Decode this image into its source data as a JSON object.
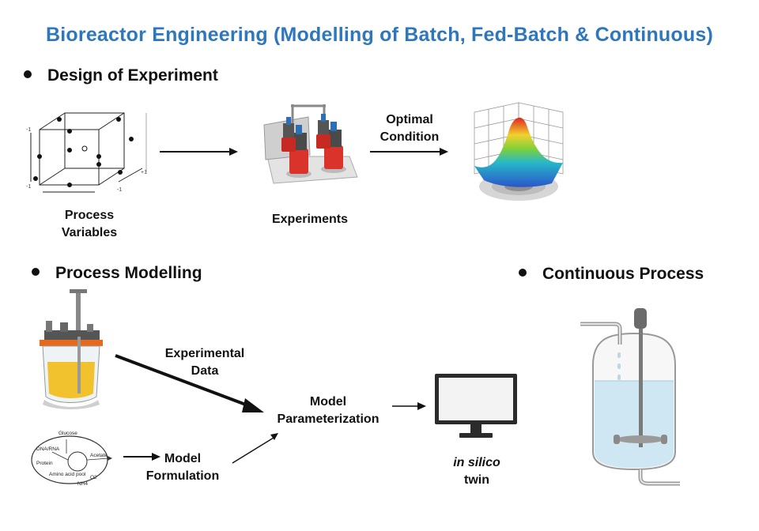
{
  "title": "Bioreactor Engineering (Modelling of Batch, Fed-Batch & Continuous)",
  "sections": {
    "doe": "Design of Experiment",
    "modelling": "Process Modelling",
    "continuous": "Continuous Process"
  },
  "labels": {
    "process_variables": [
      "Process",
      "Variables"
    ],
    "experiments": "Experiments",
    "optimal_condition": [
      "Optimal",
      "Condition"
    ],
    "experimental_data": [
      "Experimental",
      "Data"
    ],
    "model_parameterization": [
      "Model",
      "Parameterization"
    ],
    "model_formulation": [
      "Model",
      "Formulation"
    ],
    "in_silico_twin": [
      "in silico",
      "twin"
    ]
  },
  "cube_axis_ticks": [
    "-1",
    "-1",
    "-1",
    "+1"
  ],
  "metabolic_network": {
    "nodes": [
      "Glucose",
      "DNA/RNA",
      "Protein",
      "Acetate",
      "Amino acid pool",
      "O2",
      "NH4"
    ]
  },
  "colors": {
    "title": "#2f77bd",
    "liquid_yellow": "#f2c12e",
    "reactor_red": "#d9332b",
    "tank_liquid": "#cfe7f3"
  },
  "icons": [
    "doe-cube-icon",
    "parallel-bioreactors-icon",
    "response-surface-icon",
    "benchtop-bioreactor-icon",
    "metabolic-network-icon",
    "monitor-icon",
    "continuous-tank-icon"
  ]
}
